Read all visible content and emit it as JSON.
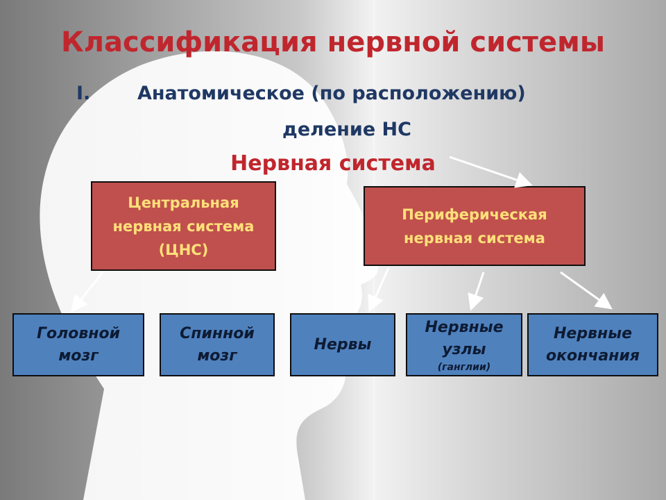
{
  "title": "Классификация нервной системы",
  "subtitle": {
    "number": "I.",
    "line1": "Анатомическое (по расположению)",
    "line2": "деление НС"
  },
  "root": "Нервная система",
  "central": "Центральная нервная система (ЦНС)",
  "peripheral": "Периферическая нервная система",
  "leaves": {
    "brain": "Головной мозг",
    "spinal_cord": "Спинной мозг",
    "nerves": "Нервы",
    "ganglia": "Нервные узлы",
    "ganglia_note": "(ганглии)",
    "endings": "Нервные окончания"
  },
  "colors": {
    "title": "#c0262d",
    "subtitle": "#1f3864",
    "red_box": "#c0504d",
    "red_box_text": "#ffe07a",
    "blue_box": "#4f81bd"
  }
}
